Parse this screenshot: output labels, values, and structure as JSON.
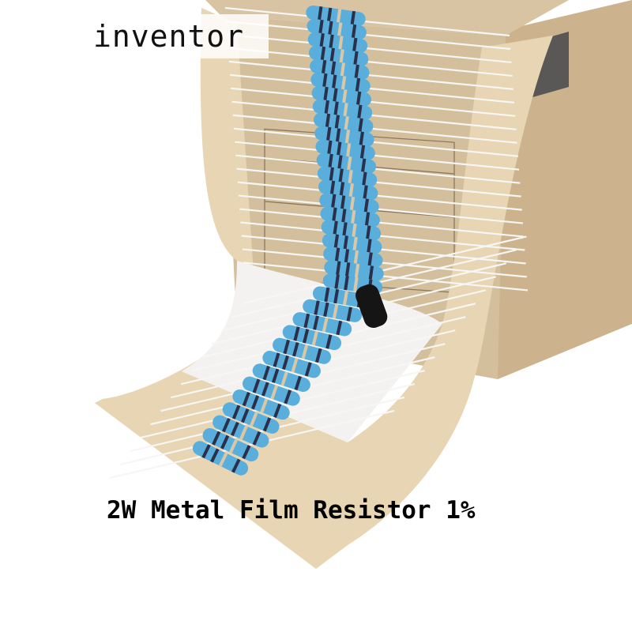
{
  "overlay": {
    "brand": "inventor",
    "caption": "2W Metal Film Resistor 1%"
  },
  "colors": {
    "box": "#d2bc98",
    "box_side": "#c9b08a",
    "tape": "#e6d3b0",
    "resistor_body": "#5aaedc",
    "band_dark": "#2a2f4a",
    "band_light": "#d9c7a6"
  },
  "icons": {
    "product": "resistor-reel-photo"
  }
}
